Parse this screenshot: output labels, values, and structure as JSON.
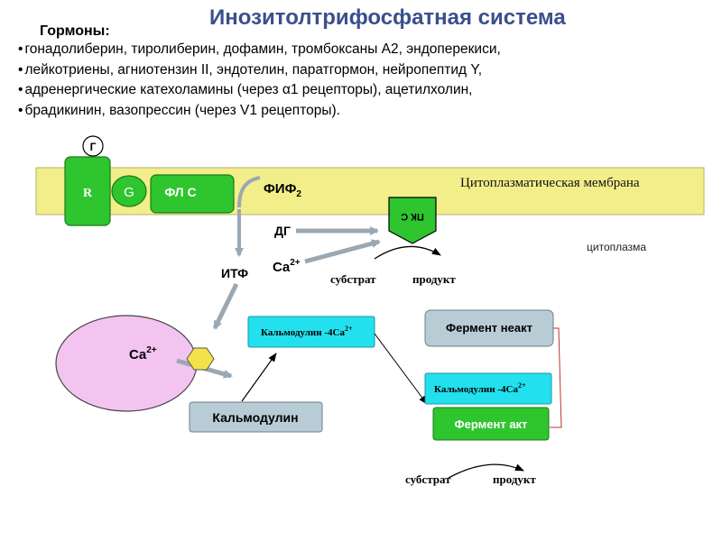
{
  "title": "Инозитолтрифосфатная система",
  "hormones": {
    "heading": "Гормоны:",
    "items": [
      "гонадолиберин, тиролиберин, дофамин, тромбоксаны А2, эндоперекиси,",
      "лейкотриены, агниотензин II, эндотелин, паратгормон, нейропептид Y,",
      "адренергические катехоламины (через α1 рецепторы), ацетилхолин,",
      "брадикинин, вазопрессин (через V1 рецепторы)."
    ]
  },
  "diagram": {
    "membrane_label": "Цитоплазматическая мембрана",
    "cytoplasm_label": "цитоплазма",
    "hormone_label": "Г",
    "receptor_label": "R",
    "g_protein_label": "G",
    "plc_label": "ФЛ С",
    "pip2_label": "ФИФ",
    "pip2_sub": "2",
    "dg_label": "ДГ",
    "pkc_label": "ПК С",
    "itf_label": "ИТФ",
    "ca_label": "Ca",
    "ca_sup": "2+",
    "substrate_label": "субстрат",
    "product_label": "продукт",
    "er_ca_label": "Ca",
    "er_ca_sup": "2+",
    "calmodulin_4ca_label": "Кальмодулин -4Ca",
    "calmodulin_4ca_sup": "2+",
    "calmodulin_label": "Кальмодулин",
    "enzyme_inactive_label": "Фермент неакт",
    "calmodulin_4ca_label_2": "Кальмодулин -4Ca",
    "calmodulin_4ca_sup_2": "2+",
    "enzyme_active_label": "Фермент акт",
    "substrate_label_2": "субстрат",
    "product_label_2": "продукт"
  },
  "colors": {
    "title": "#3b4f8c",
    "membrane": "#f2ee8a",
    "green": "#2ec52e",
    "green_dark": "#1a7a1a",
    "cyan_box": "#22e0ee",
    "calmodulin_box": "#b8ccd6",
    "er_pink": "#f4c4f0",
    "channel": "#f5e24a",
    "pkc": "#2ec52e"
  }
}
